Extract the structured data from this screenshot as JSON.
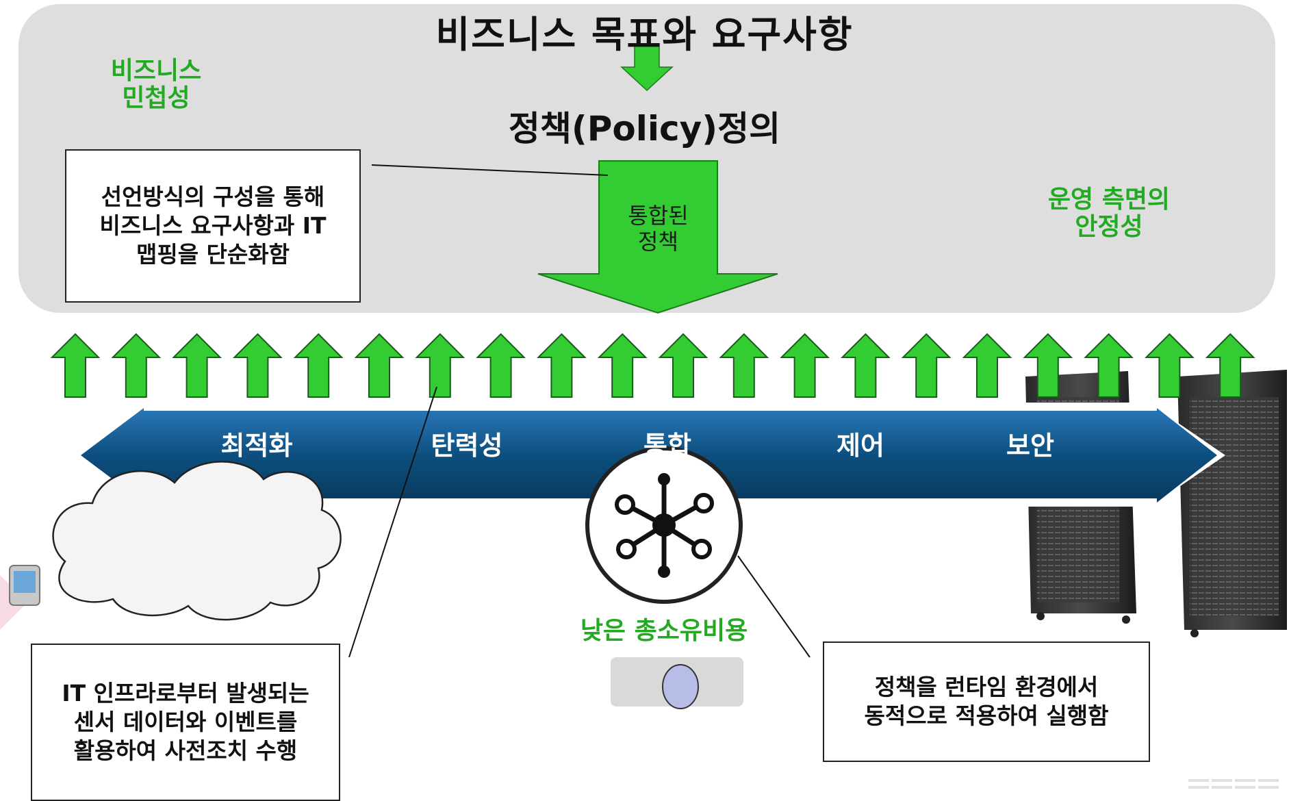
{
  "title": "비즈니스 목표와 요구사항",
  "policy_definition": "정책(Policy)정의",
  "labels": {
    "business_agility": "비즈니스\n민첩성",
    "operational_stability": "운영 측면의\n안정성",
    "low_tco": "낮은 총소유비용"
  },
  "big_arrow_text": "통합된\n정책",
  "callouts": {
    "declarative": "선언방식의 구성을 통해\n비즈니스 요구사항과 IT\n맵핑을 단순화함",
    "sensor": "IT 인프라로부터 발생되는\n센서 데이터와 이벤트를\n활용하여 사전조치 수행",
    "runtime": "정책을 런타임 환경에서\n동적으로 적용하여 실행함"
  },
  "stages": [
    "최적화",
    "탄력성",
    "통합",
    "제어",
    "보안"
  ],
  "colors": {
    "panel": "#dedede",
    "green": "#33cc33",
    "green_text": "#22aa22",
    "band_blue": "#0d4f7f"
  },
  "small_arrow_count": 20
}
